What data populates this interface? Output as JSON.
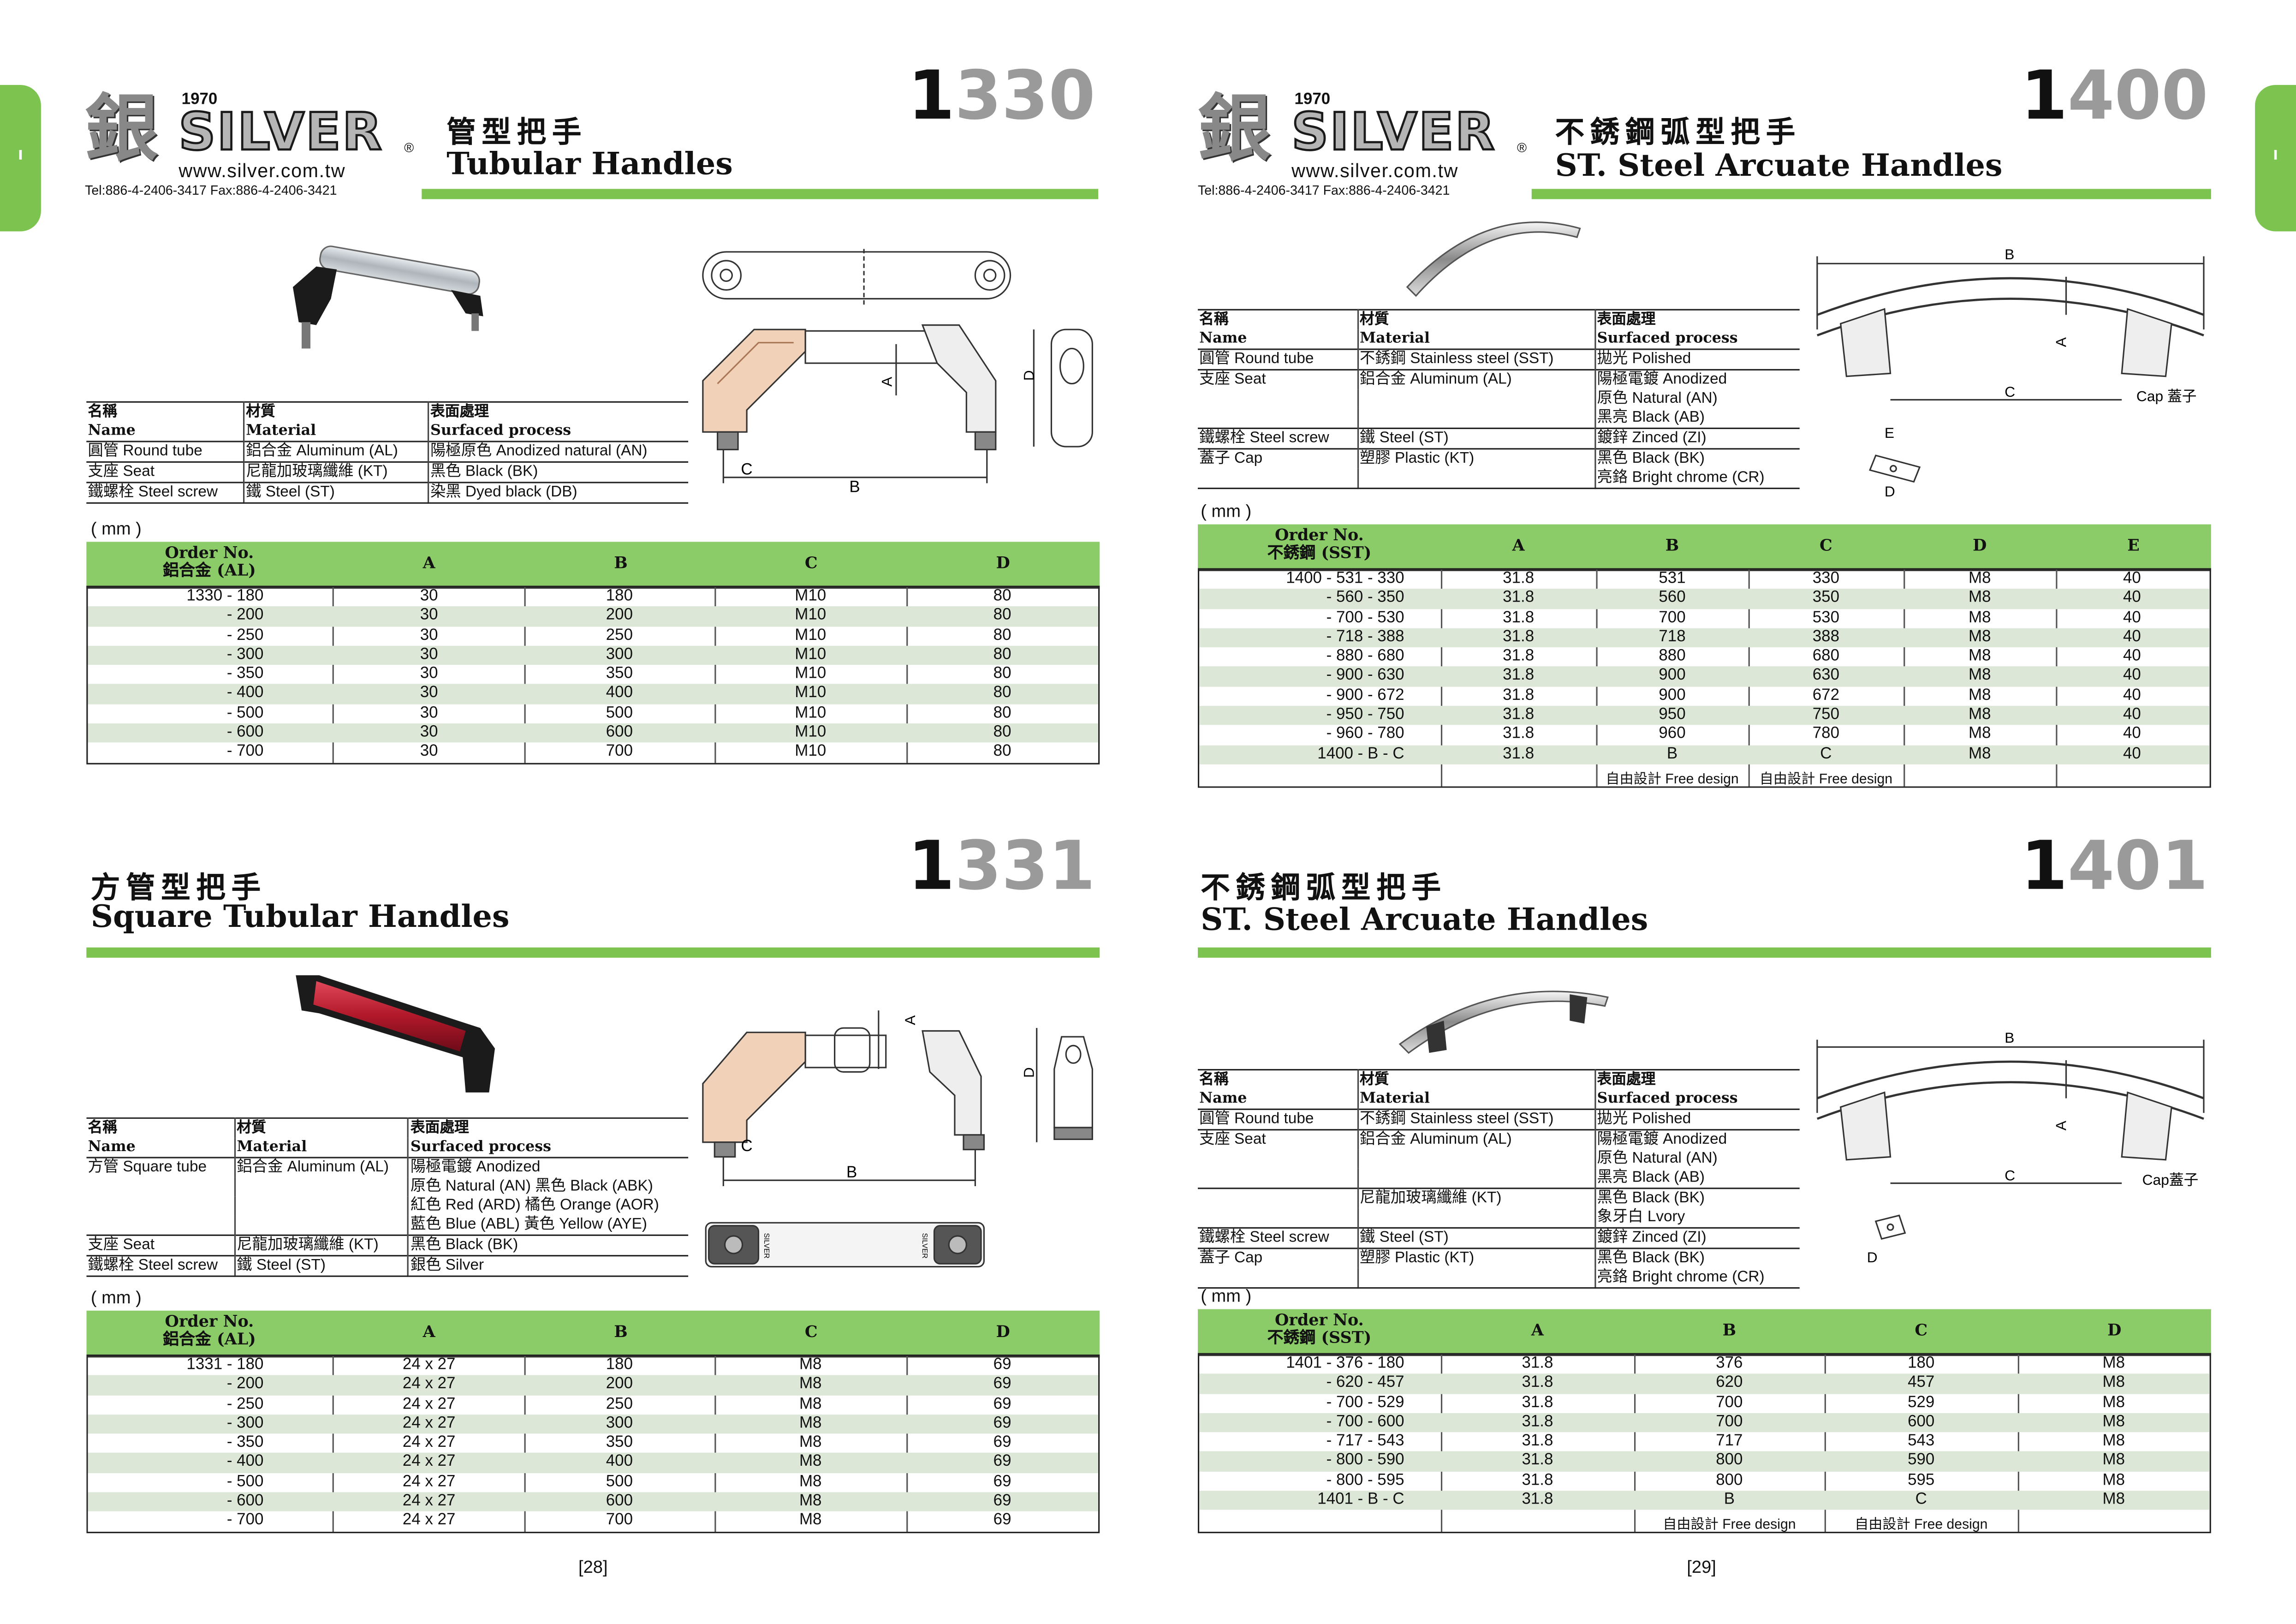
{
  "side_tab": "I",
  "brand": {
    "year": "1970",
    "name": "SILVER",
    "reg": "®",
    "logo_char": "銀",
    "url": "www.silver.com.tw",
    "contact": "Tel:886-4-2406-3417  Fax:886-4-2406-3421"
  },
  "pages": {
    "left": "[28]",
    "right": "[29]"
  },
  "mm_label": "( mm )",
  "mat_headers": {
    "name_zh": "名稱",
    "name_en": "Name",
    "material_zh": "材質",
    "material_en": "Material",
    "surface_zh": "表面處理",
    "surface_en": "Surfaced process"
  },
  "s1330": {
    "number": "1330",
    "title_zh": "管型把手",
    "title_en": "Tubular Handles",
    "materials": [
      [
        "圓管 Round tube",
        "鋁合金 Aluminum (AL)",
        "陽極原色 Anodized natural (AN)"
      ],
      [
        "支座 Seat",
        "尼龍加玻璃纖維 (KT)",
        "黑色 Black (BK)"
      ],
      [
        "鐵螺栓 Steel screw",
        "鐵 Steel (ST)",
        "染黑 Dyed black (DB)"
      ]
    ],
    "order_header": [
      "Order No.",
      "鋁合金 (AL)"
    ],
    "columns": [
      "A",
      "B",
      "C",
      "D"
    ],
    "rows": [
      [
        "1330  - 180",
        "30",
        "180",
        "M10",
        "80"
      ],
      [
        "- 200",
        "30",
        "200",
        "M10",
        "80"
      ],
      [
        "- 250",
        "30",
        "250",
        "M10",
        "80"
      ],
      [
        "- 300",
        "30",
        "300",
        "M10",
        "80"
      ],
      [
        "- 350",
        "30",
        "350",
        "M10",
        "80"
      ],
      [
        "- 400",
        "30",
        "400",
        "M10",
        "80"
      ],
      [
        "- 500",
        "30",
        "500",
        "M10",
        "80"
      ],
      [
        "- 600",
        "30",
        "600",
        "M10",
        "80"
      ],
      [
        "- 700",
        "30",
        "700",
        "M10",
        "80"
      ]
    ],
    "dims": [
      "A",
      "B",
      "C",
      "D"
    ]
  },
  "s1331": {
    "number": "1331",
    "title_zh": "方管型把手",
    "title_en": "Square Tubular Handles",
    "materials": [
      [
        "方管 Square tube",
        "鋁合金 Aluminum (AL)",
        "陽極電鍍 Anodized"
      ],
      [
        "",
        "",
        "原色 Natural (AN)  黑色 Black (ABK)"
      ],
      [
        "",
        "",
        "紅色 Red (ARD)   橘色 Orange (AOR)"
      ],
      [
        "",
        "",
        "藍色 Blue (ABL)   黃色 Yellow (AYE)"
      ],
      [
        "支座 Seat",
        "尼龍加玻璃纖維 (KT)",
        "黑色 Black (BK)"
      ],
      [
        "鐵螺栓 Steel screw",
        "鐵 Steel (ST)",
        "銀色 Silver"
      ]
    ],
    "order_header": [
      "Order No.",
      "鋁合金 (AL)"
    ],
    "columns": [
      "A",
      "B",
      "C",
      "D"
    ],
    "rows": [
      [
        "1331  - 180",
        "24 x 27",
        "180",
        "M8",
        "69"
      ],
      [
        "- 200",
        "24 x 27",
        "200",
        "M8",
        "69"
      ],
      [
        "- 250",
        "24 x 27",
        "250",
        "M8",
        "69"
      ],
      [
        "- 300",
        "24 x 27",
        "300",
        "M8",
        "69"
      ],
      [
        "- 350",
        "24 x 27",
        "350",
        "M8",
        "69"
      ],
      [
        "- 400",
        "24 x 27",
        "400",
        "M8",
        "69"
      ],
      [
        "- 500",
        "24 x 27",
        "500",
        "M8",
        "69"
      ],
      [
        "- 600",
        "24 x 27",
        "600",
        "M8",
        "69"
      ],
      [
        "- 700",
        "24 x 27",
        "700",
        "M8",
        "69"
      ]
    ],
    "dims": [
      "A",
      "B",
      "C",
      "D"
    ],
    "part_mark": "SILVER"
  },
  "s1400": {
    "number": "1400",
    "title_zh": "不銹鋼弧型把手",
    "title_en": "ST. Steel Arcuate Handles",
    "materials": [
      [
        "圓管 Round tube",
        "不銹鋼 Stainless steel (SST)",
        "拋光 Polished"
      ],
      [
        "支座 Seat",
        "鋁合金 Aluminum (AL)",
        "陽極電鍍 Anodized"
      ],
      [
        "",
        "",
        "原色 Natural (AN)"
      ],
      [
        "",
        "",
        "黑亮 Black (AB)"
      ],
      [
        "鐵螺栓 Steel screw",
        "鐵 Steel (ST)",
        "鍍鋅 Zinced (ZI)"
      ],
      [
        "蓋子 Cap",
        "塑膠 Plastic (KT)",
        "黑色 Black (BK)"
      ],
      [
        "",
        "",
        "亮鉻 Bright chrome (CR)"
      ]
    ],
    "order_header": [
      "Order No.",
      "不銹鋼 (SST)"
    ],
    "columns": [
      "A",
      "B",
      "C",
      "D",
      "E"
    ],
    "rows": [
      [
        "1400  - 531 - 330",
        "31.8",
        "531",
        "330",
        "M8",
        "40"
      ],
      [
        "- 560 - 350",
        "31.8",
        "560",
        "350",
        "M8",
        "40"
      ],
      [
        "- 700 - 530",
        "31.8",
        "700",
        "530",
        "M8",
        "40"
      ],
      [
        "- 718 - 388",
        "31.8",
        "718",
        "388",
        "M8",
        "40"
      ],
      [
        "- 880 - 680",
        "31.8",
        "880",
        "680",
        "M8",
        "40"
      ],
      [
        "- 900 - 630",
        "31.8",
        "900",
        "630",
        "M8",
        "40"
      ],
      [
        "- 900 - 672",
        "31.8",
        "900",
        "672",
        "M8",
        "40"
      ],
      [
        "- 950 - 750",
        "31.8",
        "950",
        "750",
        "M8",
        "40"
      ],
      [
        "- 960 - 780",
        "31.8",
        "960",
        "780",
        "M8",
        "40"
      ],
      [
        "1400  -  B  -  C",
        "31.8",
        "B",
        "C",
        "M8",
        "40"
      ]
    ],
    "free_design": "自由設計 Free design",
    "dims": [
      "A",
      "B",
      "C",
      "D",
      "E"
    ],
    "cap_label": "Cap 蓋子"
  },
  "s1401": {
    "number": "1401",
    "title_zh": "不銹鋼弧型把手",
    "title_en": "ST. Steel Arcuate Handles",
    "materials": [
      [
        "圓管 Round tube",
        "不銹鋼 Stainless steel (SST)",
        "拋光 Polished"
      ],
      [
        "支座 Seat",
        "鋁合金 Aluminum (AL)",
        "陽極電鍍 Anodized"
      ],
      [
        "",
        "",
        "原色 Natural (AN)"
      ],
      [
        "",
        "",
        "黑亮 Black (AB)"
      ],
      [
        "",
        "尼龍加玻璃纖維 (KT)",
        "黑色 Black (BK)"
      ],
      [
        "",
        "",
        "象牙白 Lvory"
      ],
      [
        "鐵螺栓 Steel screw",
        "鐵 Steel (ST)",
        "鍍鋅 Zinced (ZI)"
      ],
      [
        "蓋子 Cap",
        "塑膠 Plastic (KT)",
        "黑色 Black (BK)"
      ],
      [
        "",
        "",
        "亮鉻 Bright chrome  (CR)"
      ]
    ],
    "order_header": [
      "Order No.",
      "不銹鋼 (SST)"
    ],
    "columns": [
      "A",
      "B",
      "C",
      "D"
    ],
    "rows": [
      [
        "1401  - 376 - 180",
        "31.8",
        "376",
        "180",
        "M8"
      ],
      [
        "- 620 - 457",
        "31.8",
        "620",
        "457",
        "M8"
      ],
      [
        "- 700 - 529",
        "31.8",
        "700",
        "529",
        "M8"
      ],
      [
        "- 700 - 600",
        "31.8",
        "700",
        "600",
        "M8"
      ],
      [
        "- 717 - 543",
        "31.8",
        "717",
        "543",
        "M8"
      ],
      [
        "- 800 - 590",
        "31.8",
        "800",
        "590",
        "M8"
      ],
      [
        "- 800 - 595",
        "31.8",
        "800",
        "595",
        "M8"
      ],
      [
        "1401  -  B  -  C",
        "31.8",
        "B",
        "C",
        "M8"
      ]
    ],
    "free_design": "自由設計 Free design",
    "dims": [
      "A",
      "B",
      "C",
      "D"
    ],
    "cap_label": "Cap蓋子"
  },
  "colors": {
    "accent_green": "#7cc44f",
    "header_green": "#8ccc68",
    "row_alt": "#dde7d7",
    "handle_red": "#b0182a"
  }
}
